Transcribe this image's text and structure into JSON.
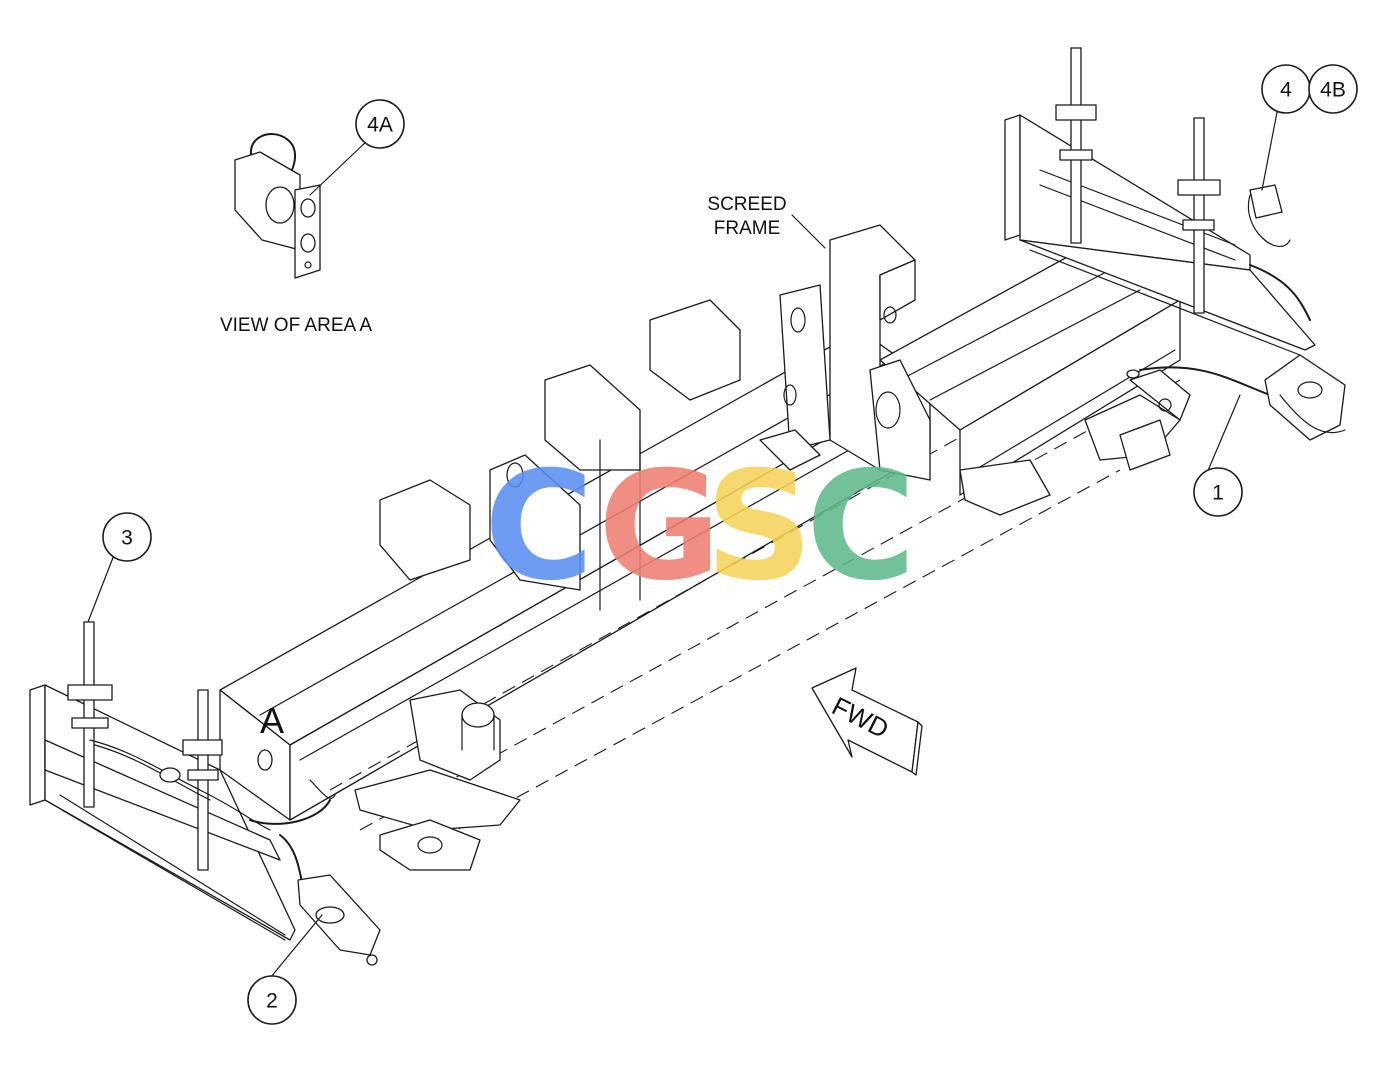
{
  "callouts": {
    "c1": "1",
    "c2": "2",
    "c3": "3",
    "c4": "4",
    "c4a": "4A",
    "c4b": "4B"
  },
  "labels": {
    "screed_line1": "SCREED",
    "screed_line2": "FRAME",
    "view_of_area": "VIEW OF AREA A",
    "area_marker": "A",
    "fwd_arrow": "FWD"
  },
  "watermark": {
    "text": "CGSC",
    "letters": [
      {
        "ch": "C",
        "color": "#5b8ff2"
      },
      {
        "ch": "G",
        "color": "#ef7f74"
      },
      {
        "ch": "S",
        "color": "#f5d35a"
      },
      {
        "ch": "C",
        "color": "#5fb98a"
      }
    ]
  }
}
